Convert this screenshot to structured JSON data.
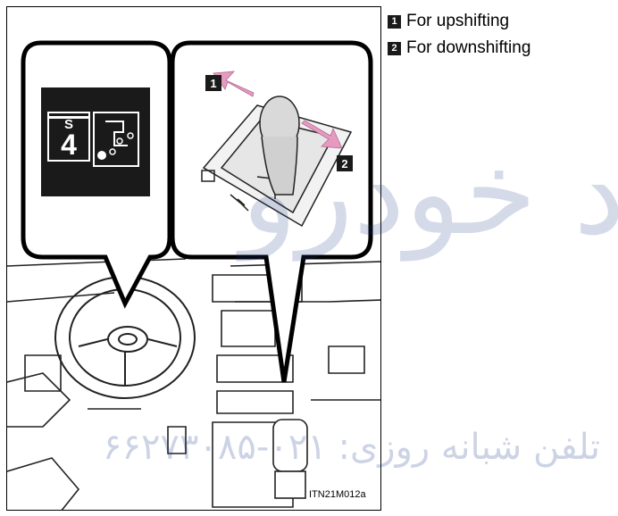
{
  "legend": [
    {
      "num": "1",
      "label": "For upshifting"
    },
    {
      "num": "2",
      "label": "For downshifting"
    }
  ],
  "callouts": {
    "one": "1",
    "two": "2"
  },
  "display": {
    "mode": "S",
    "gear": "4"
  },
  "caption": "ITN21M012a",
  "watermark": {
    "big": "مداد خودرو",
    "small": "تلفن شبانه روزی: ۰۲۱-۶۶۲۷۳۰۸۵"
  }
}
